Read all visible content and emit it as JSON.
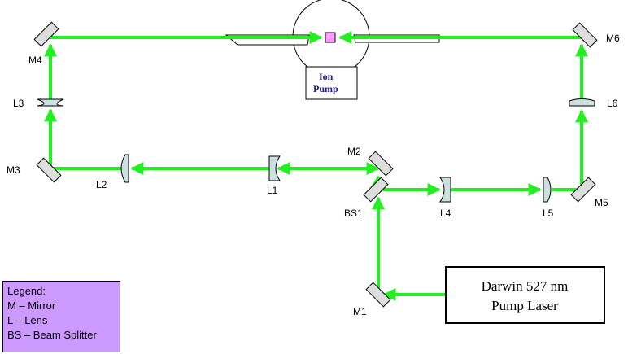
{
  "colors": {
    "beam": "#22ee22",
    "optic_fill": "#dddddd",
    "lens_fill": "#cde0e0",
    "target": "#ff99ff",
    "legend_bg": "#cc99ff"
  },
  "labels": {
    "M1": "M1",
    "M2": "M2",
    "M3": "M3",
    "M4": "M4",
    "M5": "M5",
    "M6": "M6",
    "L1": "L1",
    "L2": "L2",
    "L3": "L3",
    "L4": "L4",
    "L5": "L5",
    "L6": "L6",
    "BS1": "BS1"
  },
  "ion_pump": {
    "line1": "Ion",
    "line2": "Pump"
  },
  "laser": {
    "line1": "Darwin 527 nm",
    "line2": "Pump Laser"
  },
  "legend": {
    "title": "Legend:",
    "items": [
      "M – Mirror",
      "L – Lens",
      "BS – Beam Splitter"
    ]
  }
}
